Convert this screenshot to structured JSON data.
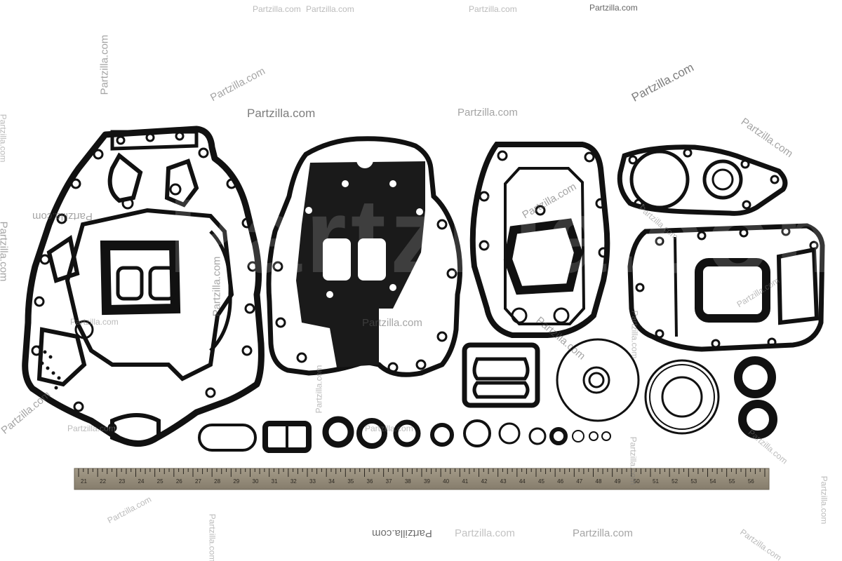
{
  "photo": {
    "subject": "gasket-kit",
    "watermark_text": "Partzilla.com",
    "ruler_numbers": [
      "21",
      "22",
      "23",
      "24",
      "25",
      "26",
      "27",
      "28",
      "29",
      "30",
      "31",
      "32",
      "33",
      "34",
      "35",
      "36",
      "37",
      "38",
      "39",
      "40",
      "41",
      "42",
      "43",
      "44",
      "45",
      "46",
      "47",
      "48",
      "49",
      "50",
      "51",
      "52",
      "53",
      "54",
      "55",
      "56"
    ]
  }
}
